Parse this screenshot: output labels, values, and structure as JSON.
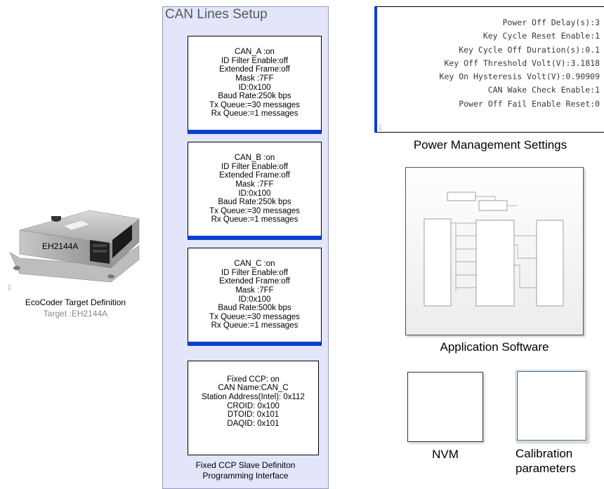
{
  "ecu": {
    "image_label": "EH2144A",
    "title": "EcoCoder Target Definition",
    "target": "Target :EH2144A",
    "icon": "down-arrow-icon"
  },
  "can_setup": {
    "title": "CAN Lines Setup",
    "can_a": [
      "CAN_A :on",
      "ID Filter Enable:off",
      "Extended Frame:off",
      "Mask :7FF",
      "ID:0x100",
      "Baud Rate:250k bps",
      "Tx Queue:=30 messages",
      "Rx Queue:=1 messages"
    ],
    "can_b": [
      "CAN_B :on",
      "ID Filter Enable:off",
      "Extended Frame:off",
      "Mask :7FF",
      "ID:0x100",
      "Baud Rate:250k bps",
      "Tx Queue:=30 messages",
      "Rx Queue:=1 messages"
    ],
    "can_c": [
      "CAN_C :on",
      "ID Filter Enable:off",
      "Extended Frame:off",
      "Mask :7FF",
      "ID:0x100",
      "Baud Rate:500k bps",
      "Tx Queue:=30 messages",
      "Rx Queue:=1 messages"
    ],
    "ccp": [
      "Fixed CCP: on",
      "CAN Name:CAN_C",
      "Station Address(Intel): 0x112",
      "CROID: 0x100",
      "DTOID: 0x101",
      "DAQID: 0x101"
    ],
    "ccp_title_1": "Fixed CCP Slave Definiton",
    "ccp_title_2": "Programming Interface"
  },
  "power": {
    "lines": [
      "Power Off Delay(s):3",
      "Key Cycle Reset Enable:1",
      "Key Cycle Off Duration(s):0.1",
      "Key Off Threshold Volt(V):3.1818",
      "Key On Hysteresis Volt(V):0.90909",
      "CAN Wake Check Enable:1",
      "Power Off Fail Enable Reset:0"
    ],
    "title": "Power Management Settings"
  },
  "app": {
    "title": "Application Software"
  },
  "nvm": {
    "title": "NVM"
  },
  "calibration": {
    "title_1": "Calibration",
    "title_2": "parameters"
  },
  "colors": {
    "canvas_bg": "#e3e5fb",
    "accent_blue": "#0a3fd0"
  }
}
